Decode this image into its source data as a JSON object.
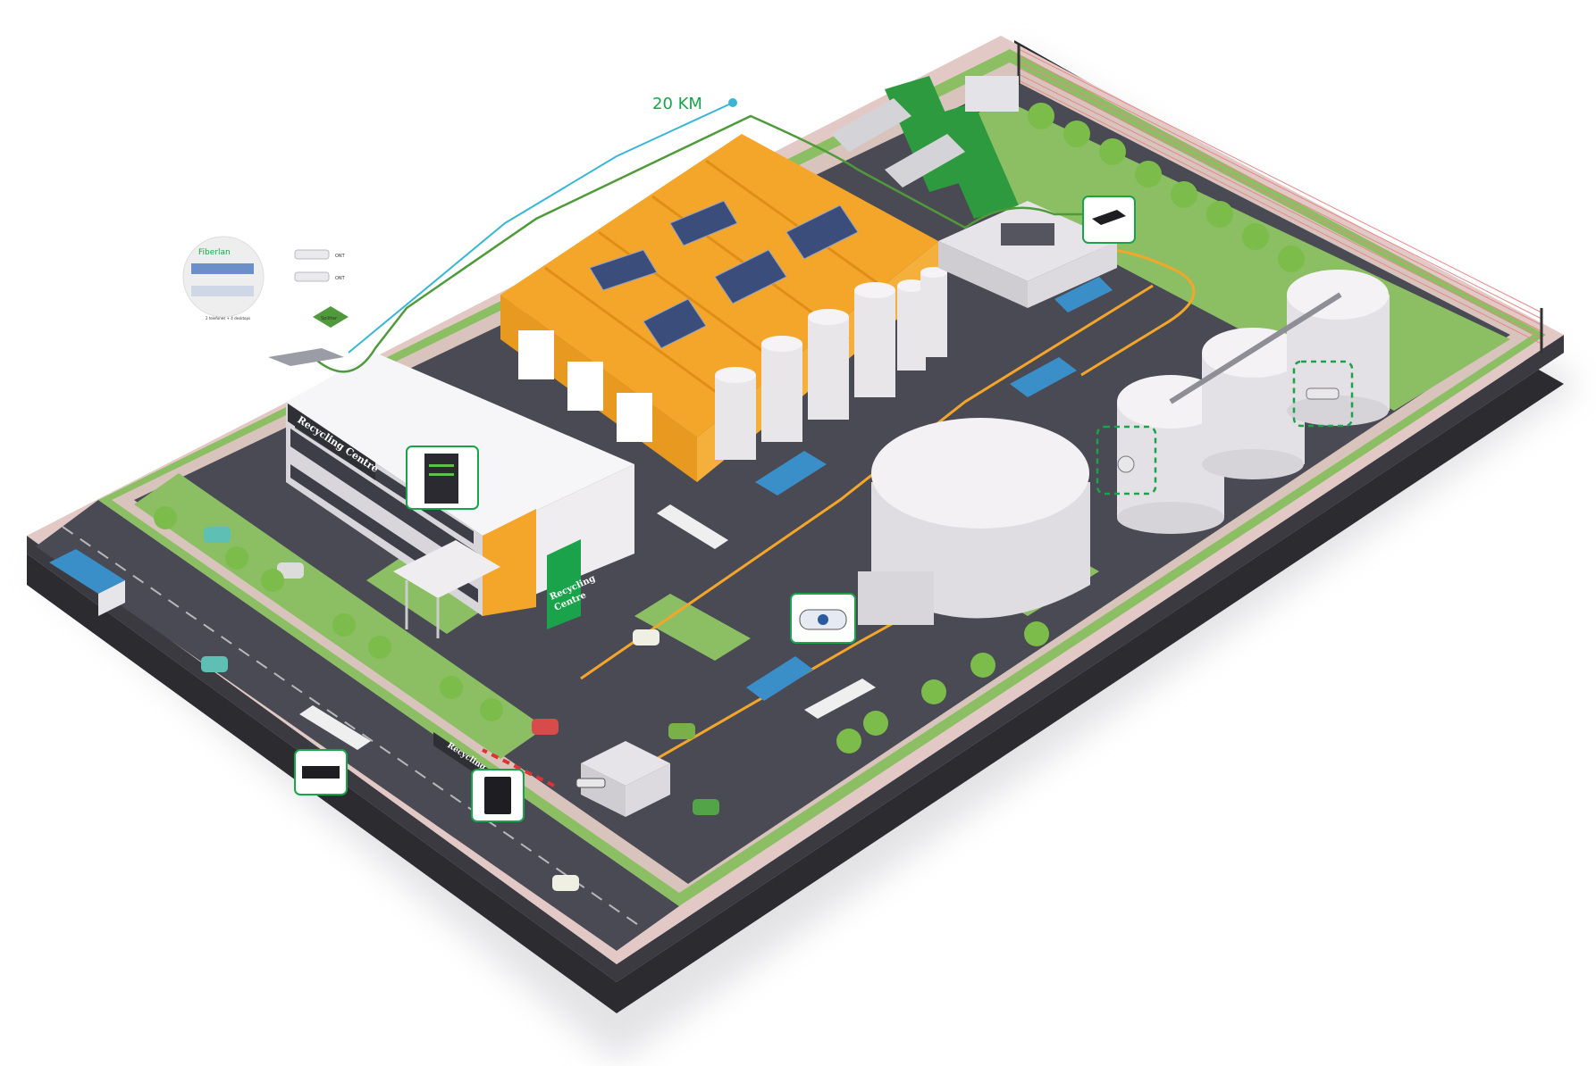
{
  "distance_label": "20 KM",
  "office_inset": {
    "brand": "Fiberlan",
    "ont_label_1": "ONT",
    "ont_label_2": "ONT",
    "splitter_label": "Splitter",
    "caption": "2 telefones + 4 desktops"
  },
  "building_signs": {
    "office_roof_sign": "Recycling Centre",
    "front_sign_line1": "Recycling",
    "front_sign_line2": "Centre",
    "gate_sign": "Recycling"
  },
  "colors": {
    "fiber_green": "#4f9a3a",
    "fiber_blue": "#39b6d6",
    "accent_green": "#1aa34a",
    "warehouse_orange": "#f4a62a",
    "asphalt": "#4a4a55",
    "grass": "#8cbf63",
    "tank_white": "#e9e6ea",
    "truck_blue": "#3a8fc9"
  },
  "icons": {
    "olt_rack": "server-rack-icon",
    "gpon_switch": "olt-switch-icon",
    "media_converter": "media-converter-icon",
    "access_reader": "access-control-icon",
    "nvr_box": "recorder-icon",
    "wall_box": "wall-terminal-icon",
    "dome_camera": "dome-camera-icon",
    "bullet_camera": "bullet-camera-icon"
  }
}
